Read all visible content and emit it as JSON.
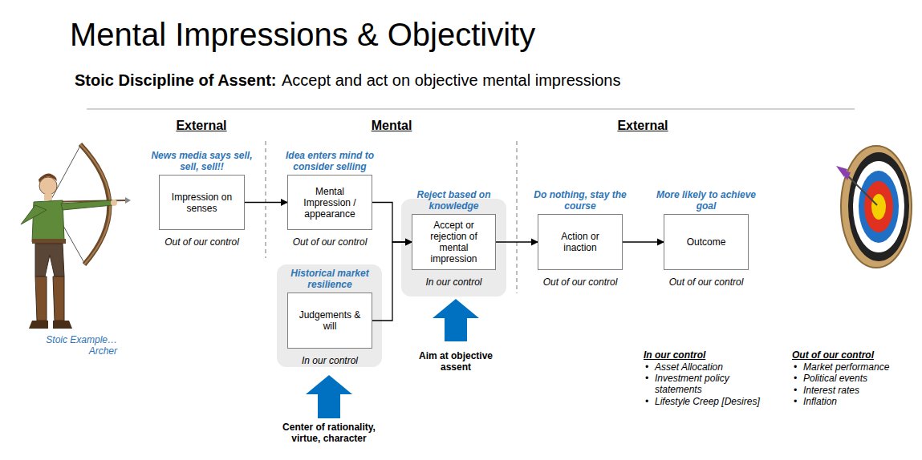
{
  "diagram": {
    "title": "Mental Impressions & Objectivity",
    "nodes": [
      {
        "text": [
          "News media says sell, sell, sell!!",
          "Impression on senses",
          "Out of our control"
        ]
      },
      {
        "text": [
          "Idea enters mind to consider selling",
          "Mental Impression / appearance",
          "Out of our control"
        ]
      },
      {
        "text": [
          "Historical market resilience",
          "Judgements & will",
          "In our control"
        ]
      },
      {
        "text": [
          "Reject based on knowledge",
          "Accept or rejection of mental impression",
          "In our control"
        ]
      },
      {
        "text": [
          "Do nothing, stay the course",
          "Action or inaction",
          "Out of our control"
        ]
      },
      {
        "text": [
          "More likely to achieve goal",
          "Outcome",
          "Out of our control"
        ]
      }
    ],
    "edges": [
      {
        "from": 0,
        "to": 1,
        "arrow": "to"
      },
      {
        "from": 1,
        "to": 3,
        "arrow": "to"
      },
      {
        "from": 2,
        "to": 3,
        "arrow": "to"
      },
      {
        "from": 3,
        "to": 4,
        "arrow": "to"
      },
      {
        "from": 4,
        "to": 5,
        "arrow": "to"
      }
    ],
    "labels": [
      "Stoic Discipline of Assent:",
      "Accept and act on objective mental impressions",
      "External",
      "Mental",
      "External",
      "Stoic Example… Archer",
      "Center of rationality, virtue, character",
      "Aim at objective assent",
      "In our control",
      "Asset Allocation",
      "Investment policy statements",
      "Lifestyle Creep [Desires]",
      "Out of our control",
      "Market performance",
      "Political events",
      "Interest rates",
      "Inflation"
    ]
  }
}
